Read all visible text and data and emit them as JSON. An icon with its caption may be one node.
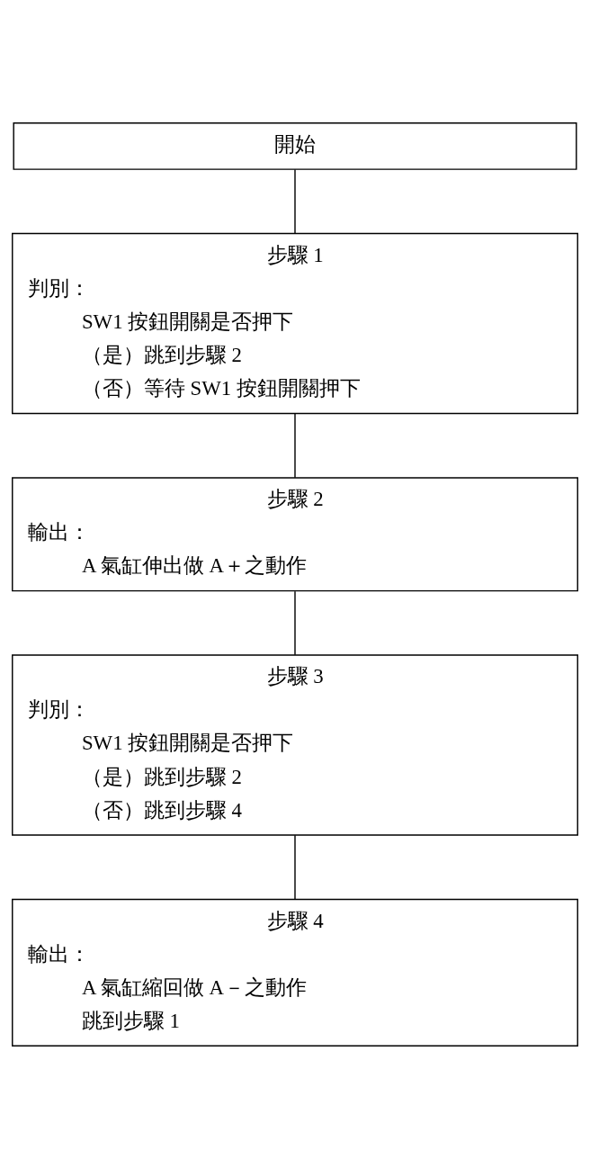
{
  "diagram": {
    "nodes": [
      {
        "text": [
          "開始"
        ]
      },
      {
        "text": [
          "步驟 1",
          "判別：",
          "SW1 按鈕開關是否押下",
          "（是）跳到步驟 2",
          "（否）等待 SW1 按鈕開關押下"
        ]
      },
      {
        "text": [
          "步驟 2",
          "輸出：",
          "A 氣缸伸出做 A＋之動作"
        ]
      },
      {
        "text": [
          "步驟 3",
          "判別：",
          "SW1 按鈕開關是否押下",
          "（是）跳到步驟 2",
          "（否）跳到步驟 4"
        ]
      },
      {
        "text": [
          "步驟 4",
          "輸出：",
          "A 氣缸縮回做 A－之動作",
          "跳到步驟 1"
        ]
      }
    ],
    "edges": [
      {
        "from": 0,
        "to": 1,
        "arrow": "none"
      },
      {
        "from": 1,
        "to": 2,
        "arrow": "none"
      },
      {
        "from": 2,
        "to": 3,
        "arrow": "none"
      },
      {
        "from": 3,
        "to": 4,
        "arrow": "none"
      }
    ]
  }
}
